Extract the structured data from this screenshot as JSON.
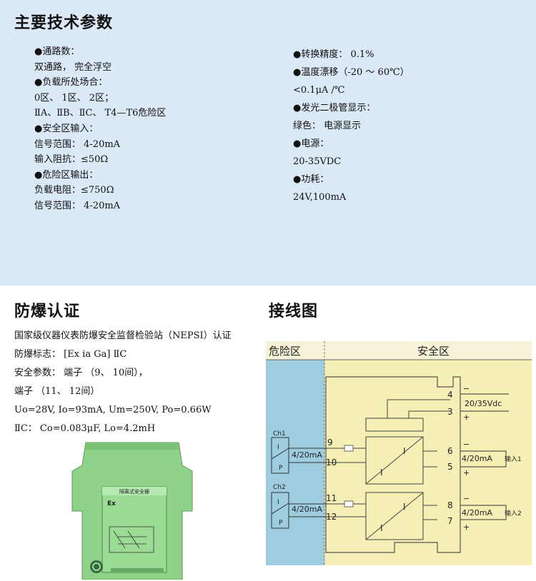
{
  "specs": {
    "title": "主要技术参数",
    "left": [
      "●通路数：",
      "双通路， 完全浮空",
      "●负载所处场合：",
      "0区、 1区、 2区；",
      "ⅡA、ⅡB、ⅡC、 T4—T6危险区",
      "●安全区输入：",
      "信号范围： 4-20mA",
      "输入阻抗：≤50Ω",
      "●危险区输出：",
      "负载电阻：≤750Ω",
      "信号范围： 4-20mA"
    ],
    "right": [
      "●转换精度： 0.1%",
      "●温度漂移（-20 ～ 60℃）",
      "<0.1μA /℃",
      "●发光二极管显示：",
      "绿色： 电源显示",
      "●电源：",
      "20-35VDC",
      "●功耗：",
      "24V,100mA"
    ]
  },
  "certification": {
    "title": "防爆认证",
    "lines": [
      "国家级仪器仪表防爆安全监督检验站（NEPSI）认证",
      "防爆标志： [Ex ia Ga] ⅡC",
      "安全参数： 端子 （9、 10间），",
      "端子 （11、 12间）",
      "Uo=28V, Io=93mA, Um=250V, Po=0.66W",
      "ⅡC： Co=0.083μF, Lo=4.2mH"
    ]
  },
  "product": {
    "label": "隔离式安全栅",
    "mark": "Ex"
  },
  "wiring": {
    "title": "接线图",
    "hazard_zone": "危险区",
    "safe_zone": "安全区",
    "ch1": "Ch1",
    "ch2": "Ch2",
    "hazard_signal": "4/20mA",
    "i_label": "I",
    "p_label": "P",
    "power": "20/35Vdc",
    "input1": "4/20mA",
    "input1_label": "输入1",
    "input2": "4/20mA",
    "input2_label": "输入2",
    "terminals": [
      "4",
      "3",
      "6",
      "5",
      "8",
      "7",
      "9",
      "10",
      "11",
      "12"
    ],
    "plus": "+",
    "minus": "−"
  },
  "colors": {
    "top_bg": "#dbe8f5",
    "hazard_bg": "#9fcde0",
    "safe_bg": "#f5efb6",
    "module_body": "#8fd28a"
  }
}
